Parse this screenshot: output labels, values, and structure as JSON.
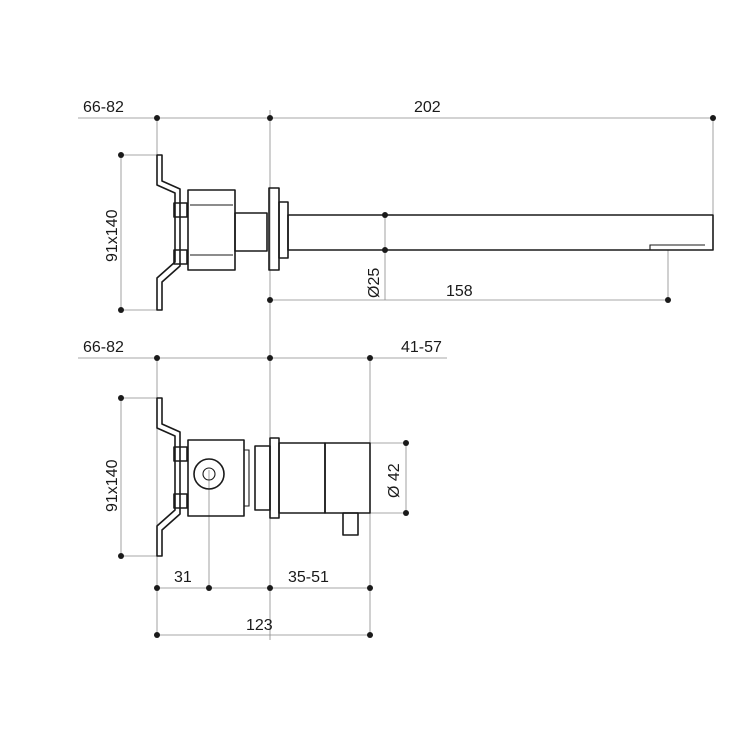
{
  "top_view": {
    "dim_wall_depth": "66-82",
    "dim_spout_length": "202",
    "dim_plate": "91x140",
    "dim_spout_diameter": "Ø25",
    "dim_spout_projection": "158"
  },
  "bottom_view": {
    "dim_wall_depth": "66-82",
    "dim_handle_projection": "41-57",
    "dim_plate": "91x140",
    "dim_handle_diameter": "Ø 42",
    "dim_body_offset": "31",
    "dim_trim_range": "35-51",
    "dim_overall": "123"
  }
}
